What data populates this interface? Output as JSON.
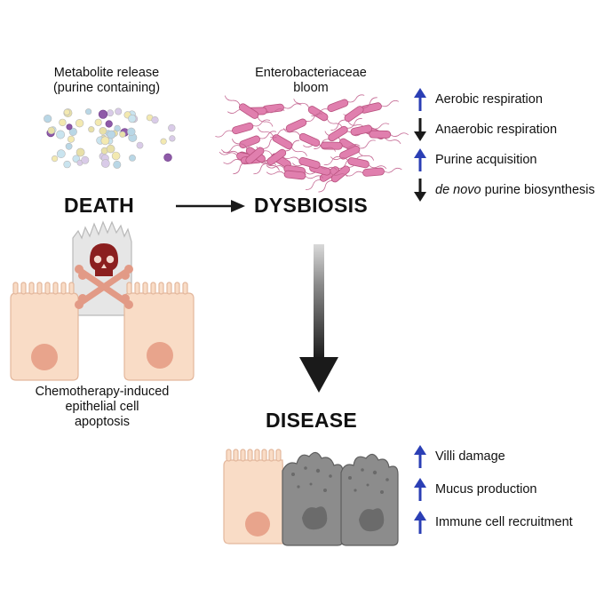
{
  "death": {
    "release_line1": "Metabolite release",
    "release_line2": "(purine containing)",
    "title": "DEATH",
    "caption_line1": "Chemotherapy-induced",
    "caption_line2": "epithelial cell",
    "caption_line3": "apoptosis"
  },
  "dysbiosis": {
    "bloom_line1": "Enterobacteriaceae",
    "bloom_line2": "bloom",
    "title": "DYSBIOSIS",
    "changes": [
      {
        "direction": "up",
        "text": "Aerobic respiration"
      },
      {
        "direction": "down",
        "text": "Anaerobic respiration"
      },
      {
        "direction": "up",
        "text": "Purine acquisition"
      },
      {
        "direction": "down",
        "italic_prefix": "de novo",
        "text": " purine biosynthesis"
      }
    ]
  },
  "disease": {
    "title": "DISEASE",
    "changes": [
      {
        "direction": "up",
        "text": "Villi damage"
      },
      {
        "direction": "up",
        "text": "Mucus production"
      },
      {
        "direction": "up",
        "text": "Immune cell recruitment"
      }
    ]
  },
  "colors": {
    "up_arrow": "#2b3fb5",
    "down_arrow": "#1a1a1a",
    "bacteria": "#e07fae",
    "cell_fill": "#f9dcc6",
    "nucleus": "#e8a48c",
    "skull": "#8b1f1f"
  }
}
